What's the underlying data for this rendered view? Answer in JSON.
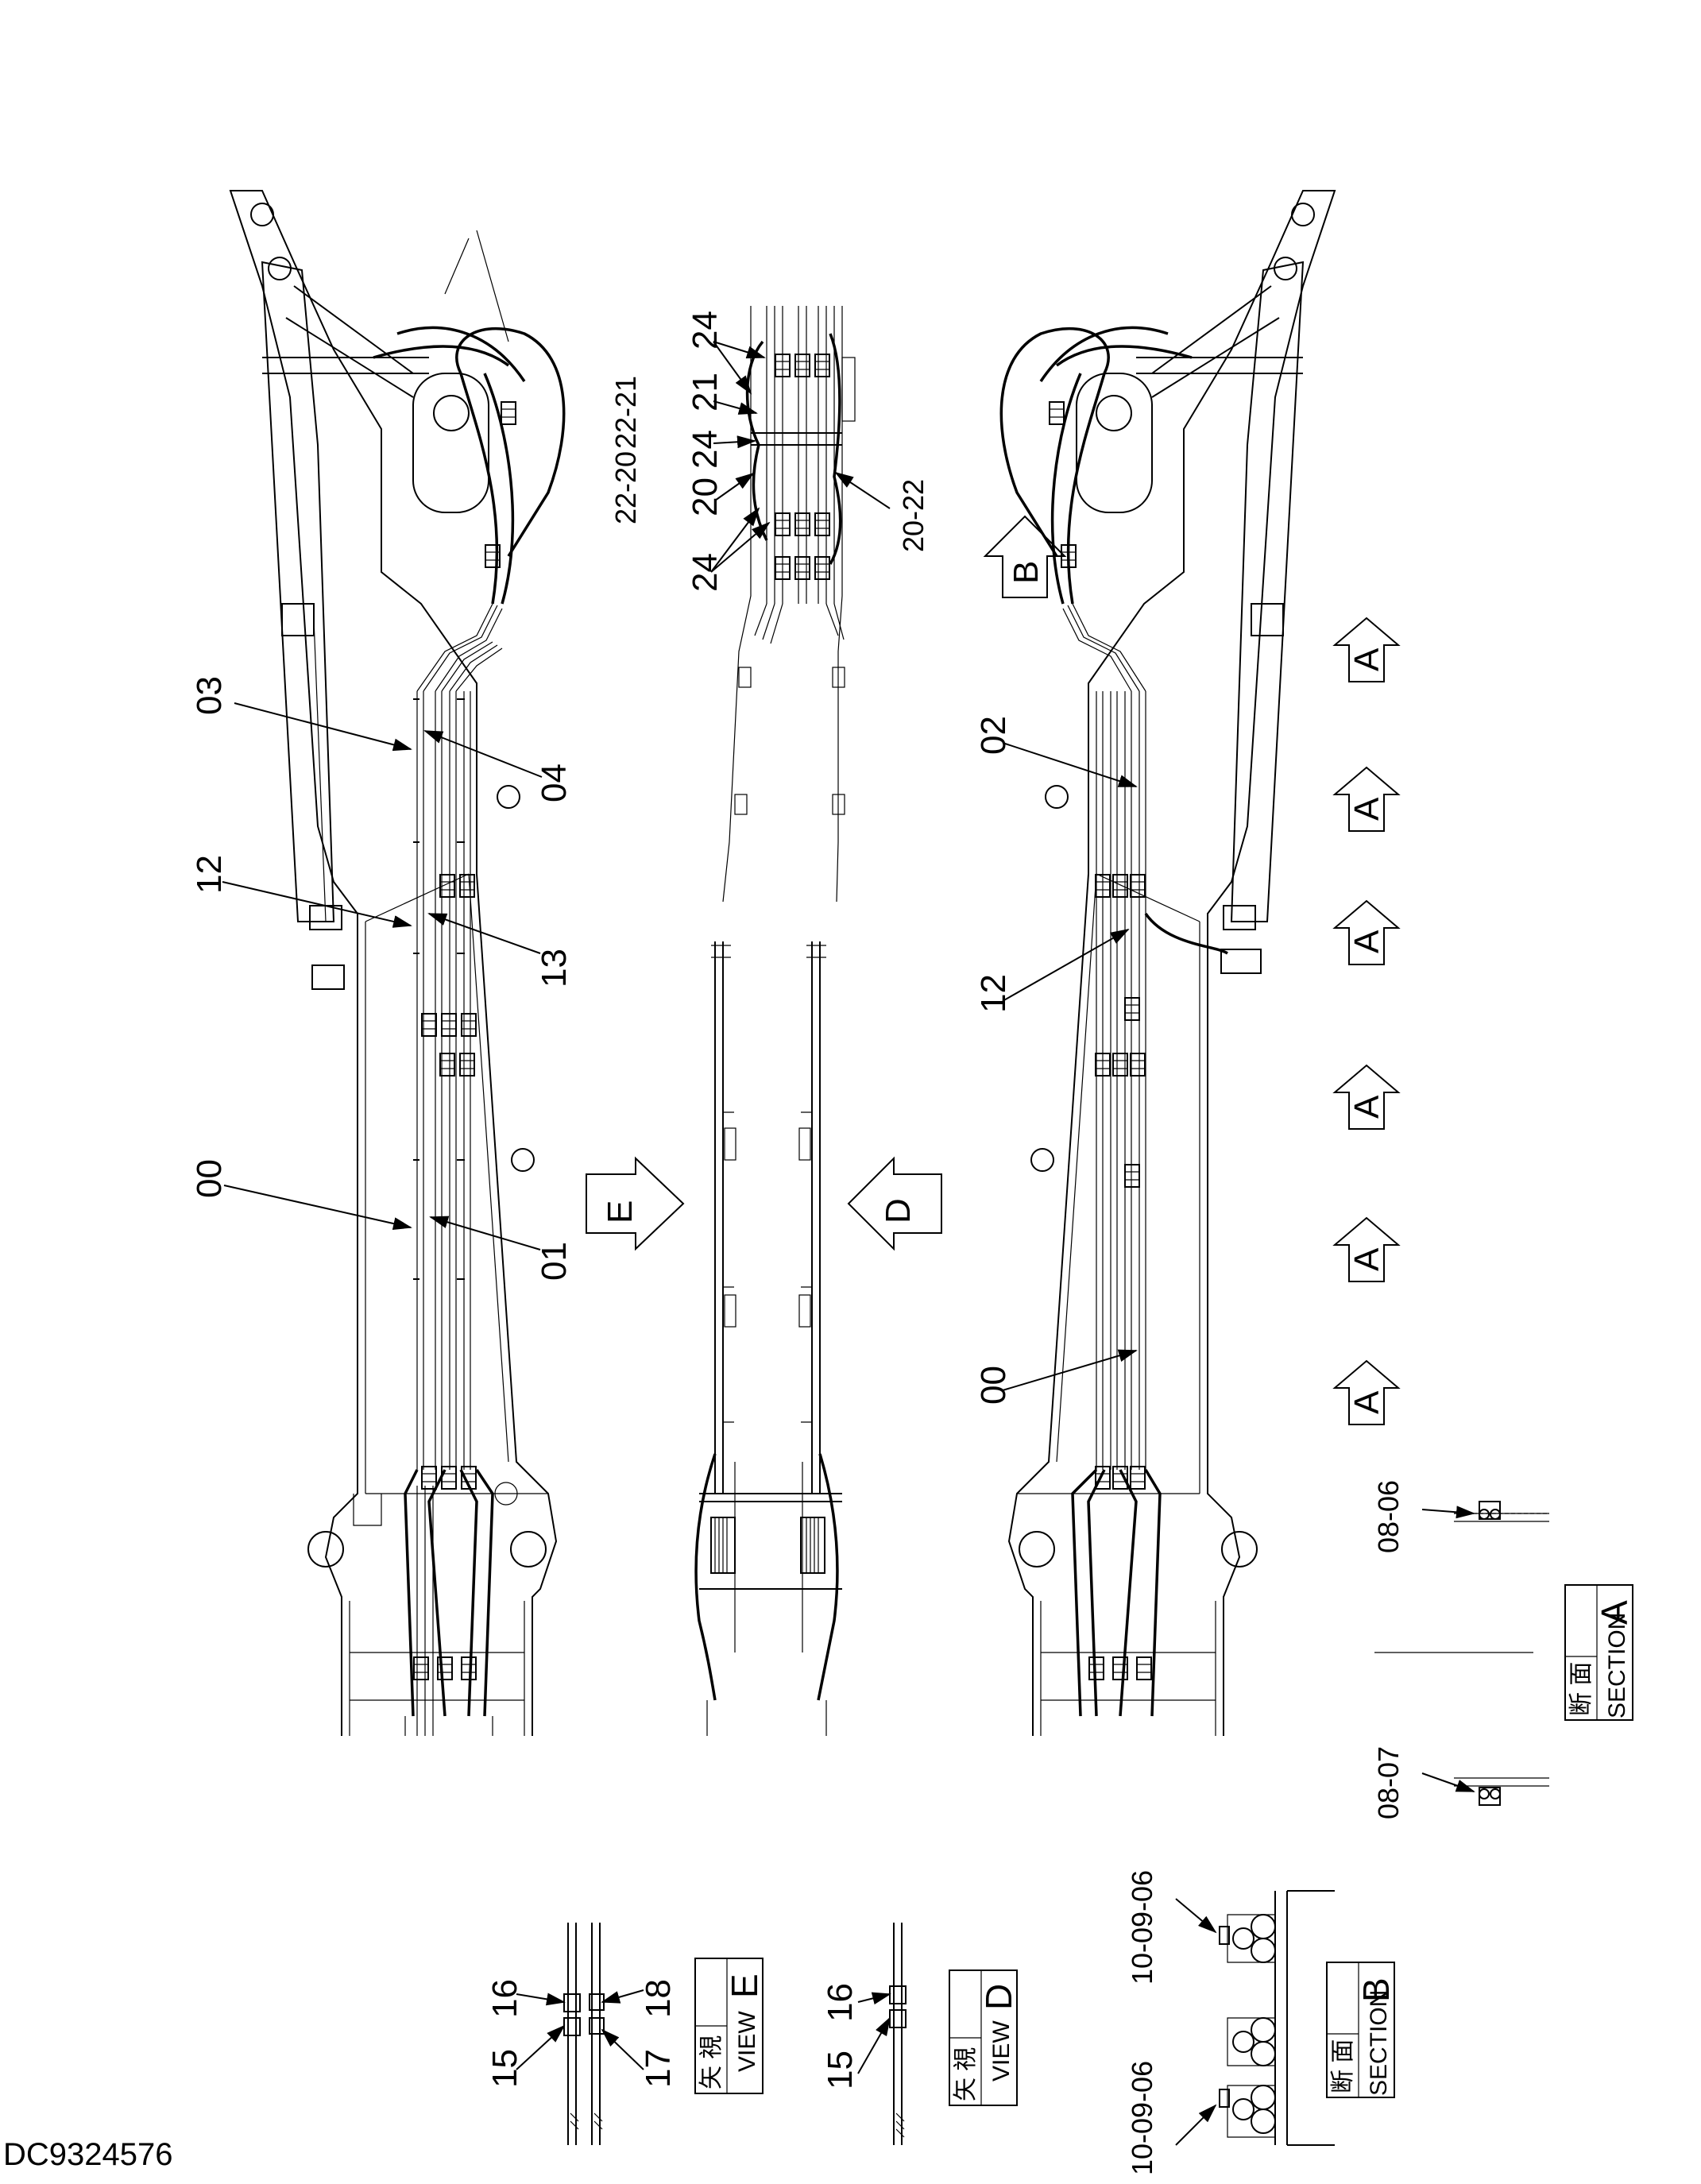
{
  "drawing_number": "DC9324576",
  "part_callouts": {
    "c00_left": "00",
    "c01": "01",
    "c03": "03",
    "c04": "04",
    "c12_left": "12",
    "c13": "13",
    "c02": "02",
    "c12_right": "12",
    "c00_right": "00",
    "c24a": "24",
    "c22_21": "22-21",
    "c24b": "24",
    "c22_20": "22-20",
    "c24c": "24",
    "c20_22": "20-22",
    "c08_06": "08-06",
    "c08_07": "08-07",
    "c10_09_06_top": "10-09-06",
    "c10_09_06_bottom": "10-09-06",
    "c15_d": "15",
    "c16_d": "16",
    "c15_e": "15",
    "c16_e": "16",
    "c17_e": "17",
    "c18_e": "18"
  },
  "view_markers": {
    "a1": "A",
    "a2": "A",
    "a3": "A",
    "a4": "A",
    "a5": "A",
    "a6": "A",
    "b": "B",
    "d": "D",
    "e": "E"
  },
  "legend_boxes": {
    "section_a": {
      "kanji": "断 面",
      "english": "SECTION",
      "letter": "A"
    },
    "section_b": {
      "kanji": "断 面",
      "english": "SECTION",
      "letter": "B"
    },
    "view_d": {
      "kanji": "矢 視",
      "english": "VIEW",
      "letter": "D"
    },
    "view_e": {
      "kanji": "矢 視",
      "english": "VIEW",
      "letter": "E"
    }
  }
}
